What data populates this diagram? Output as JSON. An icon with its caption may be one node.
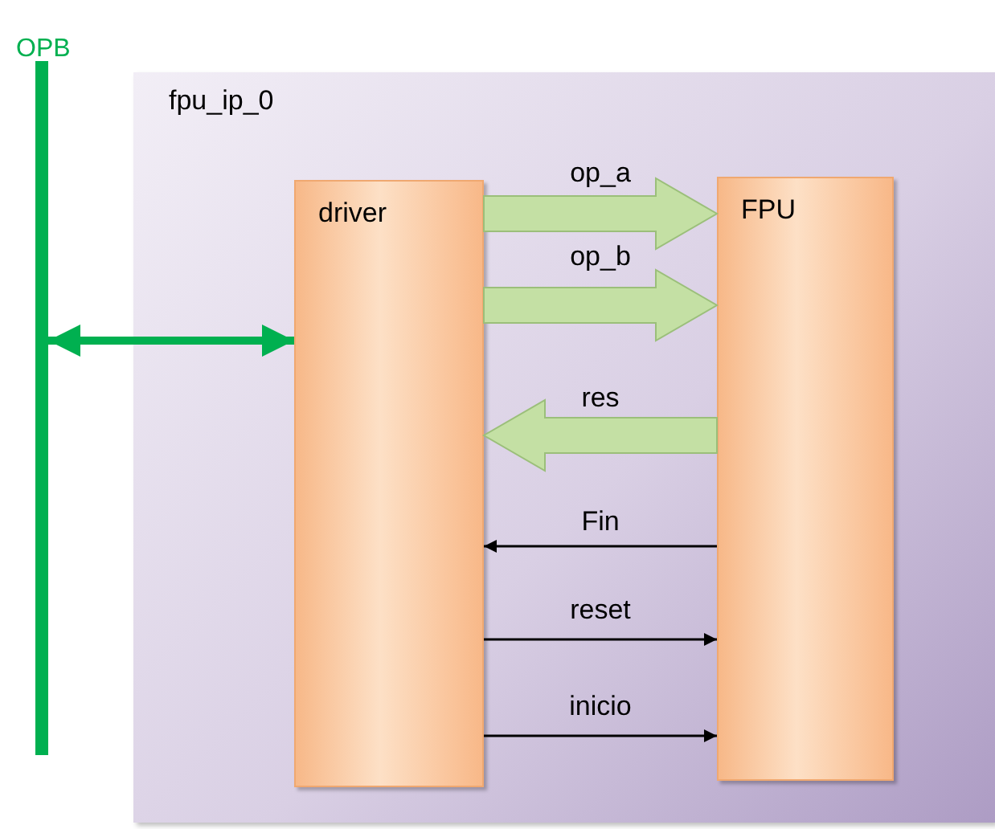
{
  "diagram": {
    "nodes": [
      {
        "text": [
          "OPB"
        ]
      },
      {
        "text": [
          "fpu_ip_0"
        ]
      },
      {
        "text": [
          "driver"
        ],
        "in": 1
      },
      {
        "text": [
          "FPU"
        ],
        "in": 1
      }
    ],
    "edges": [
      {
        "from": 0,
        "to": 2,
        "arrow": "both",
        "style": "thick",
        "color": "#00b050"
      },
      {
        "from": 2,
        "to": 3,
        "arrow": "to",
        "label": "op_a",
        "style": "thick",
        "color": "#c4e0a4"
      },
      {
        "from": 2,
        "to": 3,
        "arrow": "to",
        "label": "op_b",
        "style": "thick",
        "color": "#c4e0a4"
      },
      {
        "from": 3,
        "to": 2,
        "arrow": "to",
        "label": "res",
        "style": "thick",
        "color": "#c4e0a4"
      },
      {
        "from": 3,
        "to": 2,
        "arrow": "to",
        "label": "Fin"
      },
      {
        "from": 2,
        "to": 3,
        "arrow": "to",
        "label": "reset"
      },
      {
        "from": 2,
        "to": 3,
        "arrow": "to",
        "label": "inicio"
      }
    ]
  }
}
